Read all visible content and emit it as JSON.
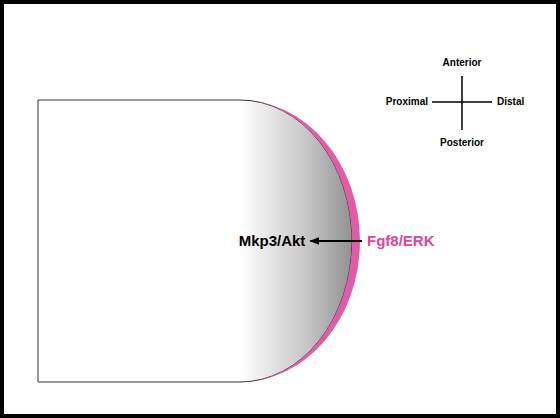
{
  "diagram": {
    "nodes": [
      {
        "text": [
          "Mkp3/Akt"
        ]
      },
      {
        "text": [
          "Fgf8/ERK"
        ]
      }
    ],
    "edges": [
      {
        "from": 1,
        "to": 0,
        "arrow": "to"
      }
    ],
    "labels": [
      "Anterior",
      "Proximal",
      "Distal",
      "Posterior"
    ]
  }
}
